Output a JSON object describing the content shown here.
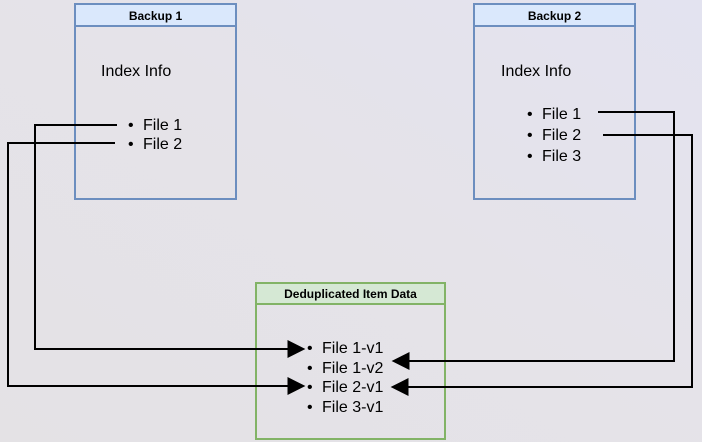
{
  "diagram": {
    "backup1": {
      "title": "Backup 1",
      "index_label": "Index Info",
      "files": [
        "File 1",
        "File 2"
      ]
    },
    "backup2": {
      "title": "Backup 2",
      "index_label": "Index Info",
      "files": [
        "File 1",
        "File 2",
        "File 3"
      ]
    },
    "dedup": {
      "title": "Deduplicated Item Data",
      "items": [
        "File 1-v1",
        "File 1-v2",
        "File 2-v1",
        "File 3-v1"
      ]
    },
    "edges": [
      {
        "from": "Backup 1 / File 1",
        "to": "Deduplicated Item Data / File 1-v1"
      },
      {
        "from": "Backup 1 / File 2",
        "to": "Deduplicated Item Data / File 2-v1"
      },
      {
        "from": "Backup 2 / File 1",
        "to": "Deduplicated Item Data / File 1-v2"
      },
      {
        "from": "Backup 2 / File 2",
        "to": "Deduplicated Item Data / File 2-v1"
      }
    ],
    "colors": {
      "blue_border": "#6c8ebf",
      "blue_fill": "#dae8fc",
      "green_border": "#82b366",
      "green_fill": "#d5e8d4",
      "edge": "#000000",
      "background": "#e4e3ea"
    }
  }
}
